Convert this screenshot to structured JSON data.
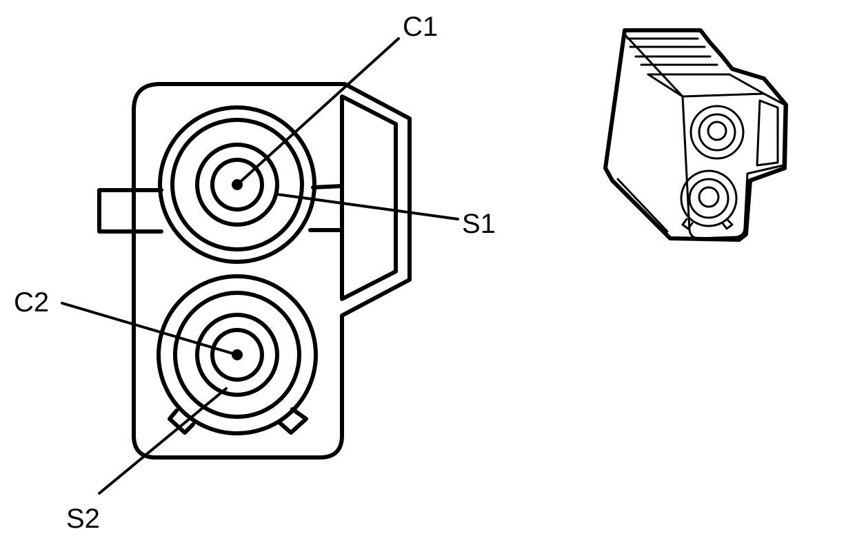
{
  "diagram": {
    "callouts": {
      "c1": "C1",
      "s1": "S1",
      "c2": "C2",
      "s2": "S2"
    }
  },
  "colors": {
    "stroke": "#000000",
    "background": "#ffffff"
  }
}
